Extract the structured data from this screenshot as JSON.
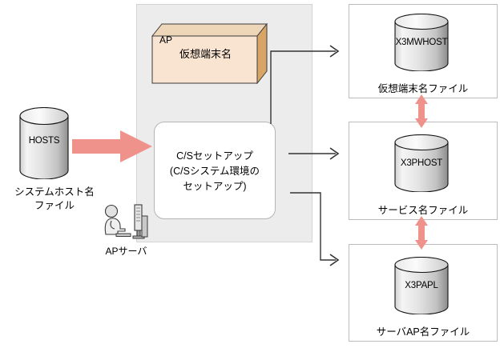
{
  "diagram": {
    "title": "C/S setup file relationship diagram",
    "colors": {
      "pink_arrow": "#f0928c",
      "ap_box_face": "#f8e4d0",
      "ap_box_top": "#eed6b8",
      "ap_box_side": "#d9a567",
      "panel_bg": "#ececec",
      "line": "#333333",
      "cylinder_light": "#f2f2f2",
      "cylinder_dark": "#9a9a9a"
    }
  },
  "server_panel": {
    "name": "AP server panel",
    "ap_box": {
      "tag_label": "AP",
      "main_label": "仮想端末名"
    },
    "cs_box": {
      "line1": "C/Sセットアップ",
      "line2": "(C/Sシステム環境の",
      "line3": "セットアップ)"
    },
    "server_icon_caption": "APサーバ"
  },
  "source_file": {
    "cylinder_label": "HOSTS",
    "caption_line1": "システムホスト名",
    "caption_line2": "ファイル"
  },
  "output_files": [
    {
      "cylinder_label": "X3MWHOST",
      "caption": "仮想端末名ファイル"
    },
    {
      "cylinder_label": "X3PHOST",
      "caption": "サービス名ファイル"
    },
    {
      "cylinder_label": "X3PAPL",
      "caption": "サーバAP名ファイル"
    }
  ],
  "arrows": {
    "hosts_to_cs": "pink-right-arrow",
    "cs_to_file1": "black-line-arrow",
    "cs_to_file2": "black-line-arrow",
    "cs_to_file3": "black-line-arrow",
    "file1_file2_link": "pink-double-vertical-arrow",
    "file2_file3_link": "pink-double-vertical-arrow"
  }
}
